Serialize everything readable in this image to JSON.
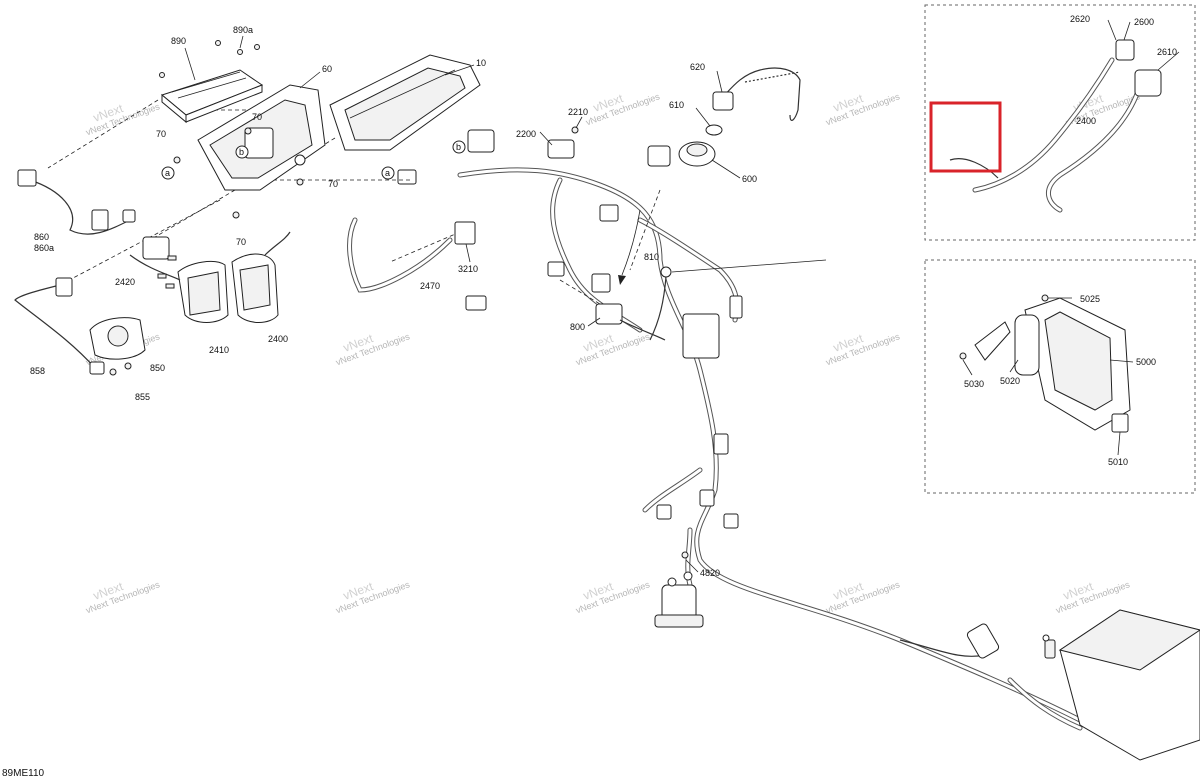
{
  "diagram_code": "89ME110",
  "watermark": {
    "line1": "vNext",
    "line2": "Technologies",
    "full": "vNext Technologies"
  },
  "highlight_color": "#d9232a",
  "callouts": {
    "c890": "890",
    "c890a": "890a",
    "c60": "60",
    "c10": "10",
    "c70a": "70",
    "c70b": "70",
    "c70c": "70",
    "c70d": "70",
    "c860": "860",
    "c860a": "860a",
    "c2420": "2420",
    "c2410": "2410",
    "c2400": "2400",
    "c858": "858",
    "c850": "850",
    "c855": "855",
    "c2470": "2470",
    "c3210": "3210",
    "c2210": "2210",
    "c2200": "2200",
    "c620": "620",
    "c610": "610",
    "c600": "600",
    "c810": "810",
    "c800": "800",
    "c4820": "4820",
    "c2620": "2620",
    "c2600": "2600",
    "c2610": "2610",
    "c2400b": "2400",
    "c5025": "5025",
    "c5000": "5000",
    "c5030": "5030",
    "c5020": "5020",
    "c5010": "5010",
    "letter_a1": "a",
    "letter_a2": "a",
    "letter_b1": "b",
    "letter_b2": "b"
  }
}
